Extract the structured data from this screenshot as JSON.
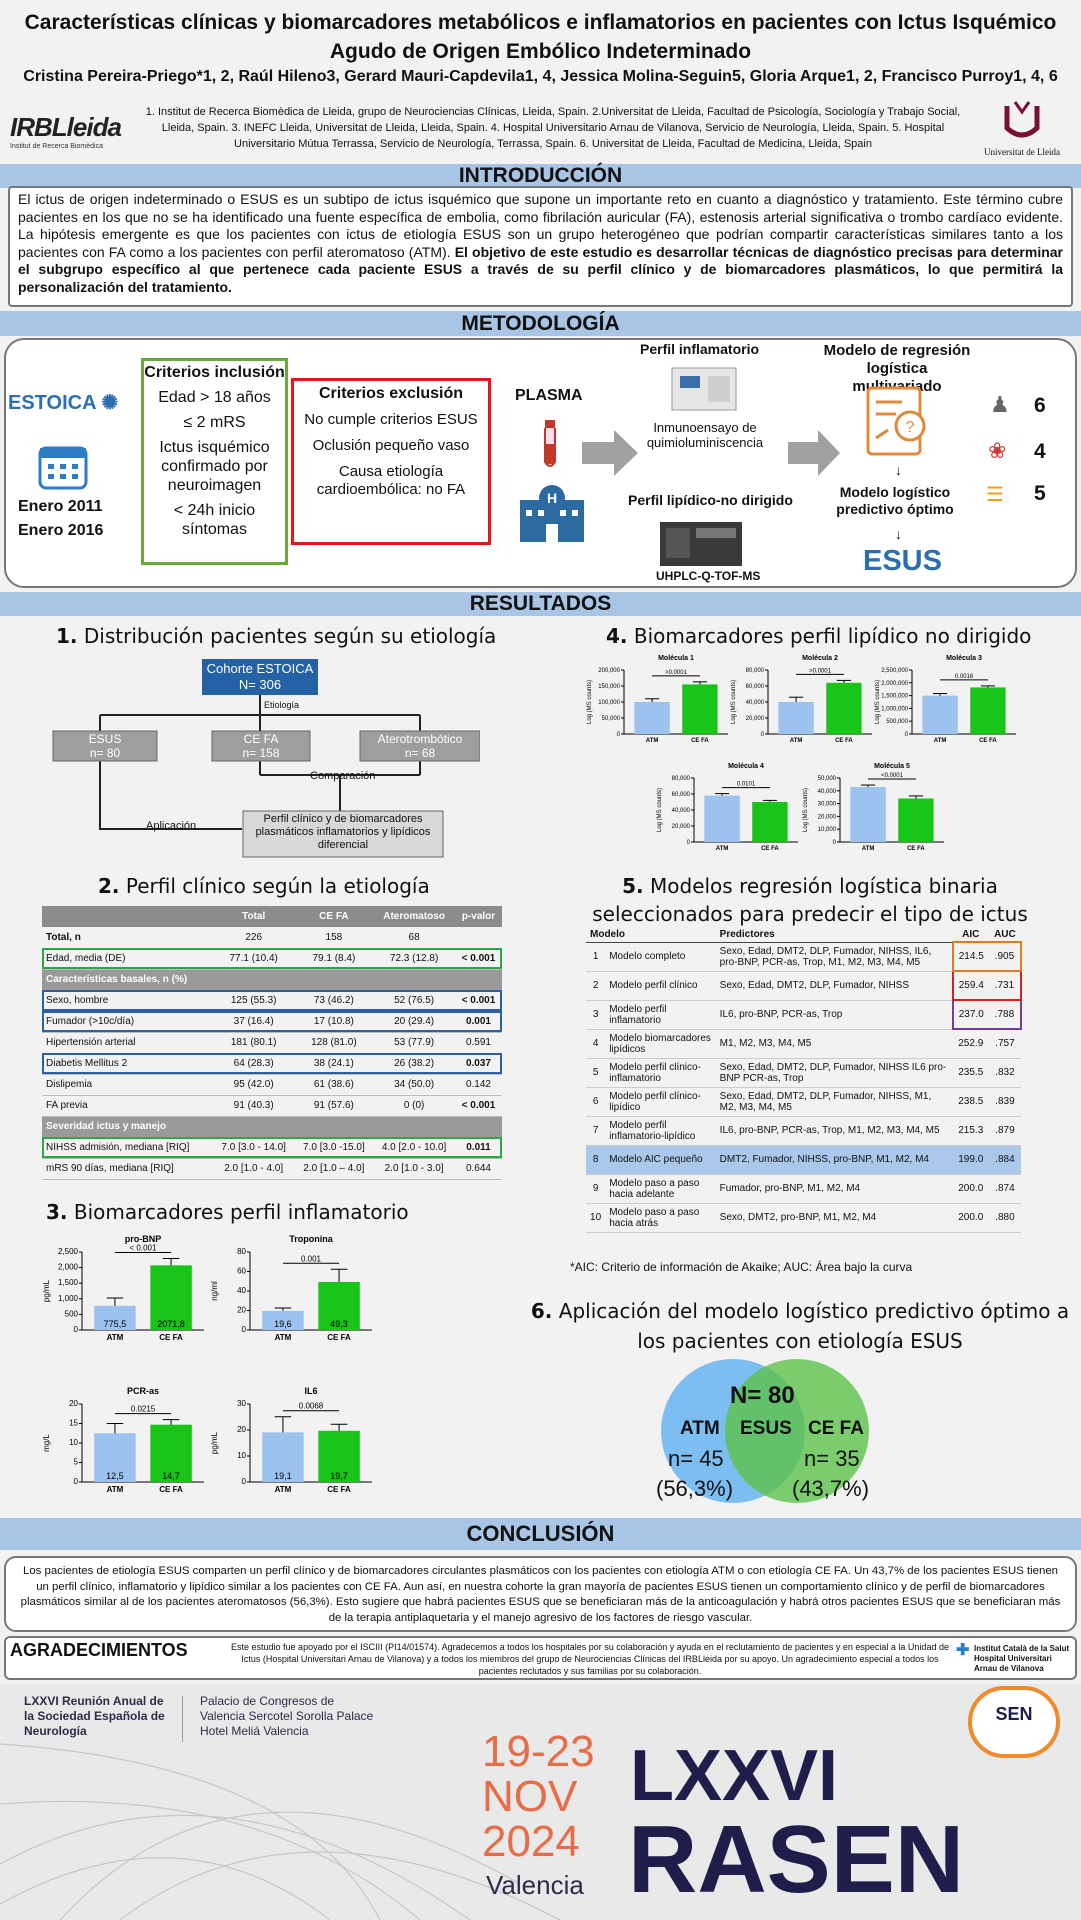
{
  "title": "Características clínicas y biomarcadores metabólicos e inflamatorios en pacientes con Ictus Isquémico Agudo de Origen Embólico Indeterminado",
  "authors": "Cristina Pereira-Priego*1, 2, Raúl Hileno3, Gerard Mauri-Capdevila1, 4, Jessica Molina-Seguin5, Gloria Arque1, 2, Francisco Purroy1, 4, 6",
  "affiliations": "1. Institut de Recerca Biomèdica de Lleida, grupo de Neurociencias Clínicas, Lleida, Spain. 2.Universitat de Lleida, Facultad de Psicología, Sociología y Trabajo Social, Lleida, Spain. 3. INEFC Lleida, Universitat de Lleida, Lleida, Spain. 4. Hospital Universitario Arnau de Vilanova, Servicio de Neurología, Lleida, Spain. 5. Hospital Universitario Mútua Terrassa, Servicio de Neurología, Terrassa, Spain. 6. Universitat de Lleida, Facultad de Medicina, Lleida, Spain",
  "logos": {
    "irb": "IRBLleida",
    "irb_sub": "Institut de Recerca Biomèdica",
    "udl": "Universitat de Lleida"
  },
  "sections": {
    "intro": "INTRODUCCIÓN",
    "metodo": "METODOLOGÍA",
    "resultados": "RESULTADOS",
    "conclusion": "CONCLUSIÓN",
    "agradecimientos": "AGRADECIMIENTOS"
  },
  "intro_text": "El ictus de origen indeterminado o ESUS es un subtipo de ictus isquémico que supone un importante reto en cuanto a diagnóstico y tratamiento. Este término cubre pacientes en los que no se ha identificado una fuente específica de embolia, como fibrilación auricular (FA), estenosis arterial significativa o trombo cardíaco evidente. La hipótesis emergente es que los pacientes con ictus de etiología ESUS son un grupo heterogéneo que podrían compartir características similares tanto a los pacientes con FA como a los pacientes con perfil ateromatoso (ATM). ",
  "intro_bold": "El objetivo de este estudio es desarrollar técnicas de diagnóstico precisas para determinar el subgrupo específico al que pertenece cada paciente ESUS a través de su perfil clínico y de biomarcadores plasmáticos, lo que permitirá la personalización del tratamiento.",
  "metodo": {
    "estoica": "ESTOICA",
    "date1": "Enero 2011",
    "date2": "Enero 2016",
    "inclusion_title": "Criterios inclusión",
    "inclusion": [
      "Edad > 18 años",
      "≤ 2 mRS",
      "Ictus isquémico confirmado por neuroimagen",
      "< 24h inicio síntomas"
    ],
    "exclusion_title": "Criterios exclusión",
    "exclusion": [
      "No cumple criterios ESUS",
      "Oclusión pequeño vaso",
      "Causa etiología cardioembólica: no FA"
    ],
    "plasma": "PLASMA",
    "perfil_inflam": "Perfil inflamatorio",
    "inmuno": "Inmunoensayo de quimioluminiscencia",
    "perfil_lip": "Perfil lipídico-no dirigido",
    "uhplc": "UHPLC-Q-TOF-MS",
    "modelo_reg": "Modelo de regresión logística multivariado",
    "modelo_opt": "Modelo logístico predictivo óptimo",
    "esus": "ESUS",
    "counts": [
      "6",
      "4",
      "5"
    ]
  },
  "r1": {
    "num": "1.",
    "title": "Distribución pacientes según su etiología",
    "cohort": "Cohorte ESTOICA",
    "cohort_n": "N= 306",
    "etiologia": "Etiología",
    "esus": "ESUS",
    "esus_n": "n= 80",
    "cefa": "CE FA",
    "cefa_n": "n= 158",
    "atero": "Aterotrombótico",
    "atero_n": "n= 68",
    "comparacion": "Comparación",
    "aplicacion": "Aplicación",
    "perfil": "Perfil clínico y de biomarcadores plasmáticos inflamatorios y lipídicos diferencial"
  },
  "r2": {
    "num": "2.",
    "title": "Perfil clínico según la etiología",
    "headers": [
      "",
      "Total",
      "CE FA",
      "Ateromatoso",
      "p-valor"
    ],
    "rows": [
      {
        "c": [
          "Total, n",
          "226",
          "158",
          "68",
          ""
        ]
      },
      {
        "c": [
          "Edad, media (DE)",
          "77.1 (10.4)",
          "79.1 (8.4)",
          "72.3 (12.8)",
          "< 0.001"
        ],
        "hl": "green",
        "bp": true
      },
      {
        "c": [
          "Características basales, n (%)",
          "",
          "",
          "",
          ""
        ],
        "sec": true
      },
      {
        "c": [
          "Sexo, hombre",
          "125 (55.3)",
          "73 (46.2)",
          "52 (76.5)",
          "< 0.001"
        ],
        "hl": "blue",
        "bp": true
      },
      {
        "c": [
          "Fumador (>10c/día)",
          "37 (16.4)",
          "17 (10.8)",
          "20 (29.4)",
          "0.001"
        ],
        "hl": "blue",
        "bp": true
      },
      {
        "c": [
          "Hipertensión arterial",
          "181 (80.1)",
          "128 (81.0)",
          "53 (77.9)",
          "0.591"
        ]
      },
      {
        "c": [
          "Diabetis Mellitus 2",
          "64 (28.3)",
          "38 (24.1)",
          "26 (38.2)",
          "0.037"
        ],
        "hl": "blue",
        "bp": true
      },
      {
        "c": [
          "Dislipemia",
          "95 (42.0)",
          "61 (38.6)",
          "34 (50.0)",
          "0.142"
        ]
      },
      {
        "c": [
          "FA previa",
          "91 (40.3)",
          "91 (57.6)",
          "0 (0)",
          "< 0.001"
        ],
        "bp": true
      },
      {
        "c": [
          "Severidad ictus y manejo",
          "",
          "",
          "",
          ""
        ],
        "sec": true
      },
      {
        "c": [
          "NIHSS admisión, mediana [RIQ]",
          "7.0 [3.0 - 14.0]",
          "7.0 [3.0 -15.0]",
          "4.0 [2.0 - 10.0]",
          "0.011"
        ],
        "hl": "green",
        "bp": true
      },
      {
        "c": [
          "mRS 90 días, mediana [RIQ]",
          "2.0 [1.0 - 4.0]",
          "2.0 [1.0 – 4.0]",
          "2.0 [1.0 - 3.0]",
          "0.644"
        ]
      }
    ]
  },
  "r3": {
    "num": "3.",
    "title": "Biomarcadores perfil inflamatorio"
  },
  "r4": {
    "num": "4.",
    "title": "Biomarcadores perfil lipídico no dirigido"
  },
  "r5": {
    "num": "5.",
    "title": "Modelos regresión logística binaria seleccionados para predecir el tipo de ictus",
    "headers": [
      "Modelo",
      "Predictores",
      "AIC",
      "AUC"
    ],
    "rows": [
      {
        "n": "1",
        "m": "Modelo completo",
        "p": "Sexo, Edad, DMT2, DLP, Fumador, NIHSS, IL6, pro-BNP, PCR-as, Trop, M1, M2, M3, M4, M5",
        "aic": "214.5",
        "auc": ".905",
        "box": "#e07b20"
      },
      {
        "n": "2",
        "m": "Modelo perfil clínico",
        "p": "Sexo, Edad, DMT2, DLP, Fumador, NIHSS",
        "aic": "259.4",
        "auc": ".731",
        "box": "#d62020"
      },
      {
        "n": "3",
        "m": "Modelo perfil inflamatorio",
        "p": "IL6, pro-BNP, PCR-as, Trop",
        "aic": "237.0",
        "auc": ".788",
        "box": "#7a3aa0"
      },
      {
        "n": "4",
        "m": "Modelo biomarcadores lipídicos",
        "p": "M1, M2, M3, M4, M5",
        "aic": "252.9",
        "auc": ".757"
      },
      {
        "n": "5",
        "m": "Modelo perfil clínico-inflamatorio",
        "p": "Sexo, Edad, DMT2, DLP, Fumador, NIHSS IL6 pro-BNP PCR-as, Trop",
        "aic": "235.5",
        "auc": ".832"
      },
      {
        "n": "6",
        "m": "Modelo perfil clínico-lipídico",
        "p": "Sexo, Edad, DMT2, DLP, Fumador, NIHSS, M1, M2, M3, M4, M5",
        "aic": "238.5",
        "auc": ".839"
      },
      {
        "n": "7",
        "m": "Modelo perfil inflamatorio-lipídico",
        "p": "IL6, pro-BNP, PCR-as, Trop, M1, M2, M3, M4, M5",
        "aic": "215.3",
        "auc": ".879"
      },
      {
        "n": "8",
        "m": "Modelo AIC pequeño",
        "p": "DMT2, Fumador, NIHSS, pro-BNP, M1, M2, M4",
        "aic": "199.0",
        "auc": ".884",
        "hl": true
      },
      {
        "n": "9",
        "m": "Modelo paso a paso hacia adelante",
        "p": "Fumador, pro-BNP, M1, M2, M4",
        "aic": "200.0",
        "auc": ".874"
      },
      {
        "n": "10",
        "m": "Modelo paso a paso hacia atrás",
        "p": "Sexo, DMT2, pro-BNP, M1, M2, M4",
        "aic": "200.0",
        "auc": ".880"
      }
    ],
    "note": "*AIC: Criterio de información de Akaike; AUC: Área bajo la curva"
  },
  "r6": {
    "num": "6.",
    "title": "Aplicación del modelo logístico predictivo óptimo a los pacientes con etiología ESUS",
    "n": "N= 80",
    "atm": "ATM",
    "esus": "ESUS",
    "cefa": "CE FA",
    "atm_n": "n= 45",
    "atm_p": "(56,3%)",
    "cefa_n": "n= 35",
    "cefa_p": "(43,7%)"
  },
  "conclusion": "Los pacientes de etiología ESUS comparten un perfil clínico y de biomarcadores circulantes plasmáticos con los pacientes con etiología ATM o con etiología CE FA. Un 43,7% de los pacientes ESUS tienen un perfil clínico, inflamatorio y lipídico similar a los pacientes con CE FA. Aun así, en nuestra cohorte la gran mayoría de pacientes ESUS tienen un comportamiento clínico y de perfil de biomarcadores plasmáticos similar al de los pacientes ateromatosos (56,3%). Esto sugiere que habrá pacientes ESUS que se beneficiaran más de la anticoagulación y habrá otros pacientes ESUS que se beneficiaran más de la terapia antiplaquetaria y el manejo agresivo de los factores de riesgo vascular.",
  "agradecimientos": "Este estudio fue apoyado por el ISCIII (PI14/01574). Agradecemos a todos los hospitales por su colaboración y ayuda en el reclutamiento de pacientes y en especial a la Unidad de Ictus (Hospital Universitari Arnau de Vilanova) y a todos los miembros del grupo de Neurociencias Clínicas del IRBLleida por su apoyo. Un agradecimiento especial a todos los pacientes reclutados y sus familias por su colaboración.",
  "hospital": "Institut Català de la Salut Hospital Universitari Arnau de Vilanova",
  "footer": {
    "reunion": "LXXVI Reunión Anual de la Sociedad Española de Neurología",
    "lugar": "Palacio de Congresos de Valencia Sercotel Sorolla Palace Hotel Meliá Valencia",
    "dates": "19-23",
    "month": "NOV",
    "year": "2024",
    "city": "Valencia",
    "lxxvi": "LXXVI",
    "rasen": "RASEN",
    "sen": "SEN"
  },
  "chart_data": [
    {
      "type": "bar",
      "title": "pro-BNP",
      "categories": [
        "ATM",
        "CE FA"
      ],
      "values": [
        775.5,
        2071.8
      ],
      "err": [
        250,
        220
      ],
      "ylabel": "pg/mL",
      "ylim": [
        0,
        2500
      ],
      "ticks": [
        0,
        500,
        1000,
        1500,
        2000,
        2500
      ],
      "pval": "< 0.001",
      "value_labels": [
        "775,5",
        "2071,8"
      ]
    },
    {
      "type": "bar",
      "title": "Troponina",
      "categories": [
        "ATM",
        "CE FA"
      ],
      "values": [
        19.6,
        49.3
      ],
      "err": [
        3,
        13
      ],
      "ylabel": "ng/ml",
      "ylim": [
        0,
        80
      ],
      "ticks": [
        0,
        20,
        40,
        60,
        80
      ],
      "pval": "0.001",
      "value_labels": [
        "19,6",
        "49,3"
      ]
    },
    {
      "type": "bar",
      "title": "PCR-as",
      "categories": [
        "ATM",
        "CE FA"
      ],
      "values": [
        12.5,
        14.7
      ],
      "err": [
        2.5,
        1.3
      ],
      "ylabel": "mg/L",
      "ylim": [
        0,
        20
      ],
      "ticks": [
        0,
        5,
        10,
        15,
        20
      ],
      "pval": "0.0215",
      "value_labels": [
        "12,5",
        "14,7"
      ]
    },
    {
      "type": "bar",
      "title": "IL6",
      "categories": [
        "ATM",
        "CE FA"
      ],
      "values": [
        19.1,
        19.7
      ],
      "err": [
        6,
        2.5
      ],
      "ylabel": "pg/mL",
      "ylim": [
        0,
        30
      ],
      "ticks": [
        0,
        10,
        20,
        30
      ],
      "pval": "0.0068",
      "value_labels": [
        "19,1",
        "19,7"
      ]
    },
    {
      "type": "bar",
      "title": "Molécula 1",
      "categories": [
        "ATM",
        "CE FA"
      ],
      "values": [
        100000,
        155000
      ],
      "err": [
        10000,
        8000
      ],
      "ylabel": "Log (MS counts)",
      "ylim": [
        0,
        200000
      ],
      "ticks": [
        0,
        50000,
        100000,
        150000,
        200000
      ],
      "pval": ">0.0001"
    },
    {
      "type": "bar",
      "title": "Molécula 2",
      "categories": [
        "ATM",
        "CE FA"
      ],
      "values": [
        40000,
        64000
      ],
      "err": [
        6000,
        3000
      ],
      "ylabel": "Log (MS counts)",
      "ylim": [
        0,
        80000
      ],
      "ticks": [
        0,
        20000,
        40000,
        60000,
        80000
      ],
      "pval": ">0.0001"
    },
    {
      "type": "bar",
      "title": "Molécula 3",
      "categories": [
        "ATM",
        "CE FA"
      ],
      "values": [
        1500000,
        1820000
      ],
      "err": [
        80000,
        60000
      ],
      "ylabel": "Log (MS counts)",
      "ylim": [
        0,
        2500000
      ],
      "ticks": [
        0,
        500000,
        1000000,
        1500000,
        2000000,
        2500000
      ],
      "pval": "0.0016"
    },
    {
      "type": "bar",
      "title": "Molécula 4",
      "categories": [
        "ATM",
        "CE FA"
      ],
      "values": [
        58000,
        50000
      ],
      "err": [
        2500,
        2000
      ],
      "ylabel": "Log (MS counts)",
      "ylim": [
        0,
        80000
      ],
      "ticks": [
        0,
        20000,
        40000,
        60000,
        80000
      ],
      "pval": "0.0101"
    },
    {
      "type": "bar",
      "title": "Molécula 5",
      "categories": [
        "ATM",
        "CE FA"
      ],
      "values": [
        43000,
        34000
      ],
      "err": [
        1500,
        2000
      ],
      "ylabel": "Log (MS counts)",
      "ylim": [
        0,
        50000
      ],
      "ticks": [
        0,
        10000,
        20000,
        30000,
        40000,
        50000
      ],
      "pval": "<0.0001"
    }
  ],
  "colors": {
    "atm": "#9cc3f0",
    "cefa": "#18c418",
    "band": "#a9c5e6"
  }
}
